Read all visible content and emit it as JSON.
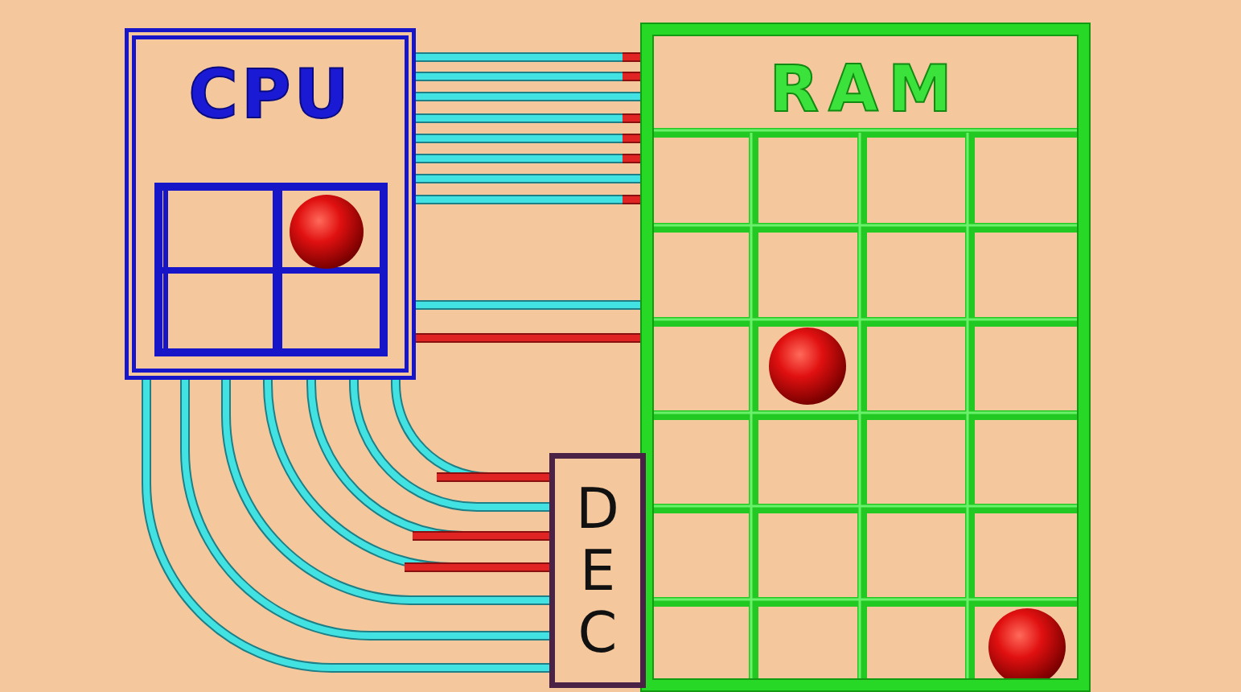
{
  "diagram": {
    "nodes": [
      {
        "text": [
          "CPU"
        ]
      },
      {
        "text": [
          "RAM"
        ]
      },
      {
        "text": [
          "DEC"
        ]
      }
    ],
    "edges": [
      {
        "from": 0,
        "to": 1,
        "arrow": "none"
      },
      {
        "from": 0,
        "to": 1,
        "arrow": "none"
      },
      {
        "from": 0,
        "to": 1,
        "arrow": "none"
      },
      {
        "from": 0,
        "to": 1,
        "arrow": "none"
      },
      {
        "from": 0,
        "to": 1,
        "arrow": "none"
      },
      {
        "from": 0,
        "to": 1,
        "arrow": "none"
      },
      {
        "from": 0,
        "to": 1,
        "arrow": "none"
      },
      {
        "from": 0,
        "to": 1,
        "arrow": "none"
      },
      {
        "from": 0,
        "to": 1,
        "arrow": "none"
      },
      {
        "from": 0,
        "to": 1,
        "arrow": "none"
      },
      {
        "from": 0,
        "to": 2,
        "arrow": "none"
      },
      {
        "from": 0,
        "to": 2,
        "arrow": "none"
      },
      {
        "from": 0,
        "to": 2,
        "arrow": "none"
      },
      {
        "from": 0,
        "to": 2,
        "arrow": "none"
      },
      {
        "from": 0,
        "to": 2,
        "arrow": "none"
      },
      {
        "from": 0,
        "to": 2,
        "arrow": "none"
      },
      {
        "from": 0,
        "to": 2,
        "arrow": "none"
      }
    ]
  }
}
